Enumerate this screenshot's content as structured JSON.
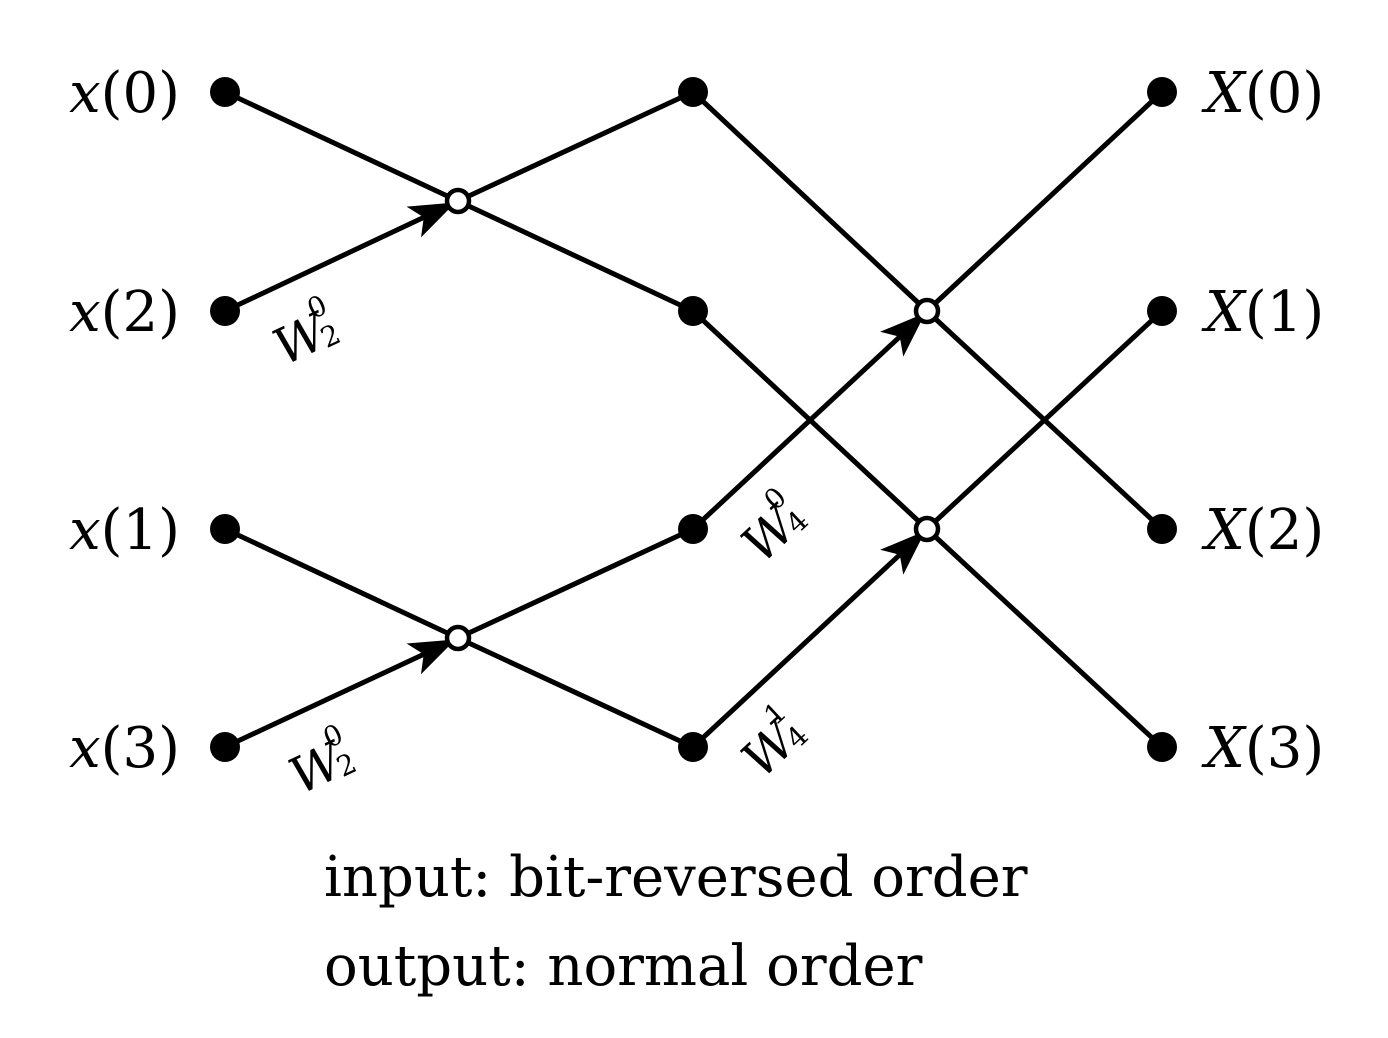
{
  "inputs": [
    {
      "var": "x",
      "index": "(0)"
    },
    {
      "var": "x",
      "index": "(2)"
    },
    {
      "var": "x",
      "index": "(1)"
    },
    {
      "var": "x",
      "index": "(3)"
    }
  ],
  "outputs": [
    {
      "var": "X",
      "index": "(0)"
    },
    {
      "var": "X",
      "index": "(1)"
    },
    {
      "var": "X",
      "index": "(2)"
    },
    {
      "var": "X",
      "index": "(3)"
    }
  ],
  "twiddles": [
    {
      "base": "W",
      "sup": "0",
      "sub": "2"
    },
    {
      "base": "W",
      "sup": "0",
      "sub": "2"
    },
    {
      "base": "W",
      "sup": "0",
      "sub": "4"
    },
    {
      "base": "W",
      "sup": "1",
      "sub": "4"
    }
  ],
  "caption": {
    "line1": "input: bit-reversed order",
    "line2": "output: normal order"
  }
}
